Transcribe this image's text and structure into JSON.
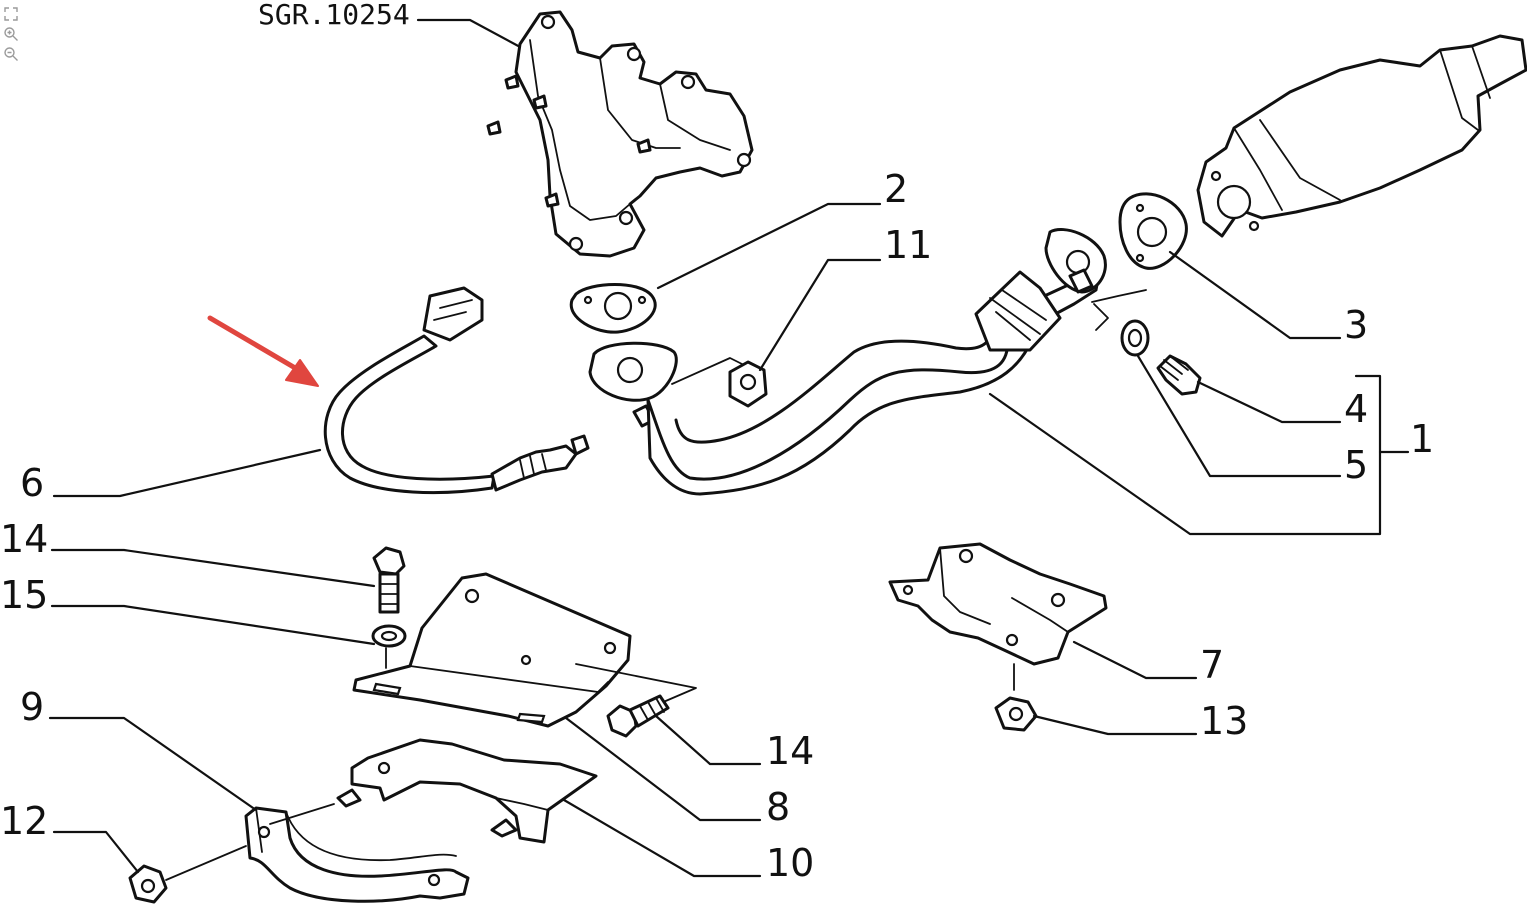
{
  "diagram": {
    "reference_code": "SGR.10254",
    "callouts": [
      "1",
      "2",
      "3",
      "4",
      "5",
      "6",
      "7",
      "8",
      "9",
      "10",
      "11",
      "12",
      "13",
      "14",
      "14",
      "15"
    ]
  },
  "toolbar": {
    "icons": [
      "fit-page-icon",
      "zoom-in-icon",
      "zoom-out-icon"
    ]
  },
  "highlight": {
    "arrow_color": "#e0463f",
    "target_part": "6"
  }
}
